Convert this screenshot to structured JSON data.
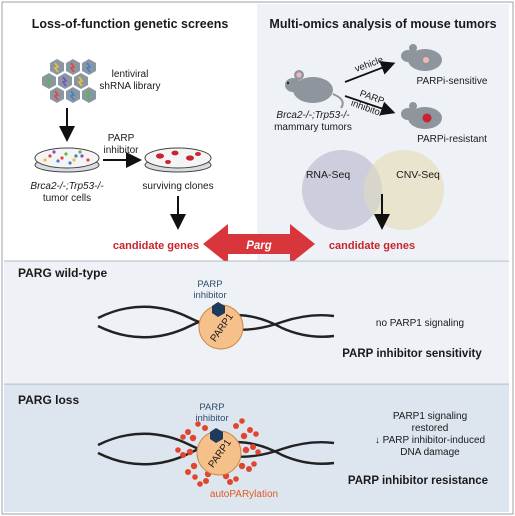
{
  "top_left": {
    "title": "Loss-of-function genetic screens",
    "library_line1": "lentiviral",
    "library_line2": "shRNA library",
    "inhibitor_line1": "PARP",
    "inhibitor_line2": "inhibitor",
    "cells_line1": "Brca2-/-;Trp53-/-",
    "cells_line2": "tumor cells",
    "surviving": "surviving clones",
    "candidate": "candidate genes"
  },
  "top_right": {
    "title": "Multi-omics analysis of mouse tumors",
    "vehicle": "vehicle",
    "parp_line1": "PARP",
    "parp_line2": "inhibitor",
    "sensitive": "PARPi-sensitive",
    "resistant": "PARPi-resistant",
    "tumors_line1": "Brca2-/-;Trp53-/-",
    "tumors_line2": "mammary tumors",
    "rna": "RNA-Seq",
    "cnv": "CNV-Seq",
    "candidate": "candidate genes"
  },
  "center_arrow": {
    "label": "Parg"
  },
  "wild_type": {
    "title": "PARG wild-type",
    "inhibitor_line1": "PARP",
    "inhibitor_line2": "inhibitor",
    "protein": "PARP1",
    "signal": "no PARP1 signaling",
    "result": "PARP inhibitor sensitivity"
  },
  "loss": {
    "title": "PARG loss",
    "inhibitor_line1": "PARP",
    "inhibitor_line2": "inhibitor",
    "protein": "PARP1",
    "autopar": "autoPARylation",
    "signal_line1": "PARP1 signaling",
    "signal_line2": "restored",
    "signal_line3": "↓ PARP inhibitor-induced",
    "signal_line4": "DNA damage",
    "result": "PARP inhibitor resistance"
  },
  "colors": {
    "accent_red": "#c8242f",
    "panel_gray": "#eef1f5",
    "panel_blue": "#dde6ee",
    "parp1_orange": "#f6c08a",
    "par_dots": "#e0462e",
    "inhibitor_navy": "#1e3a5c"
  }
}
